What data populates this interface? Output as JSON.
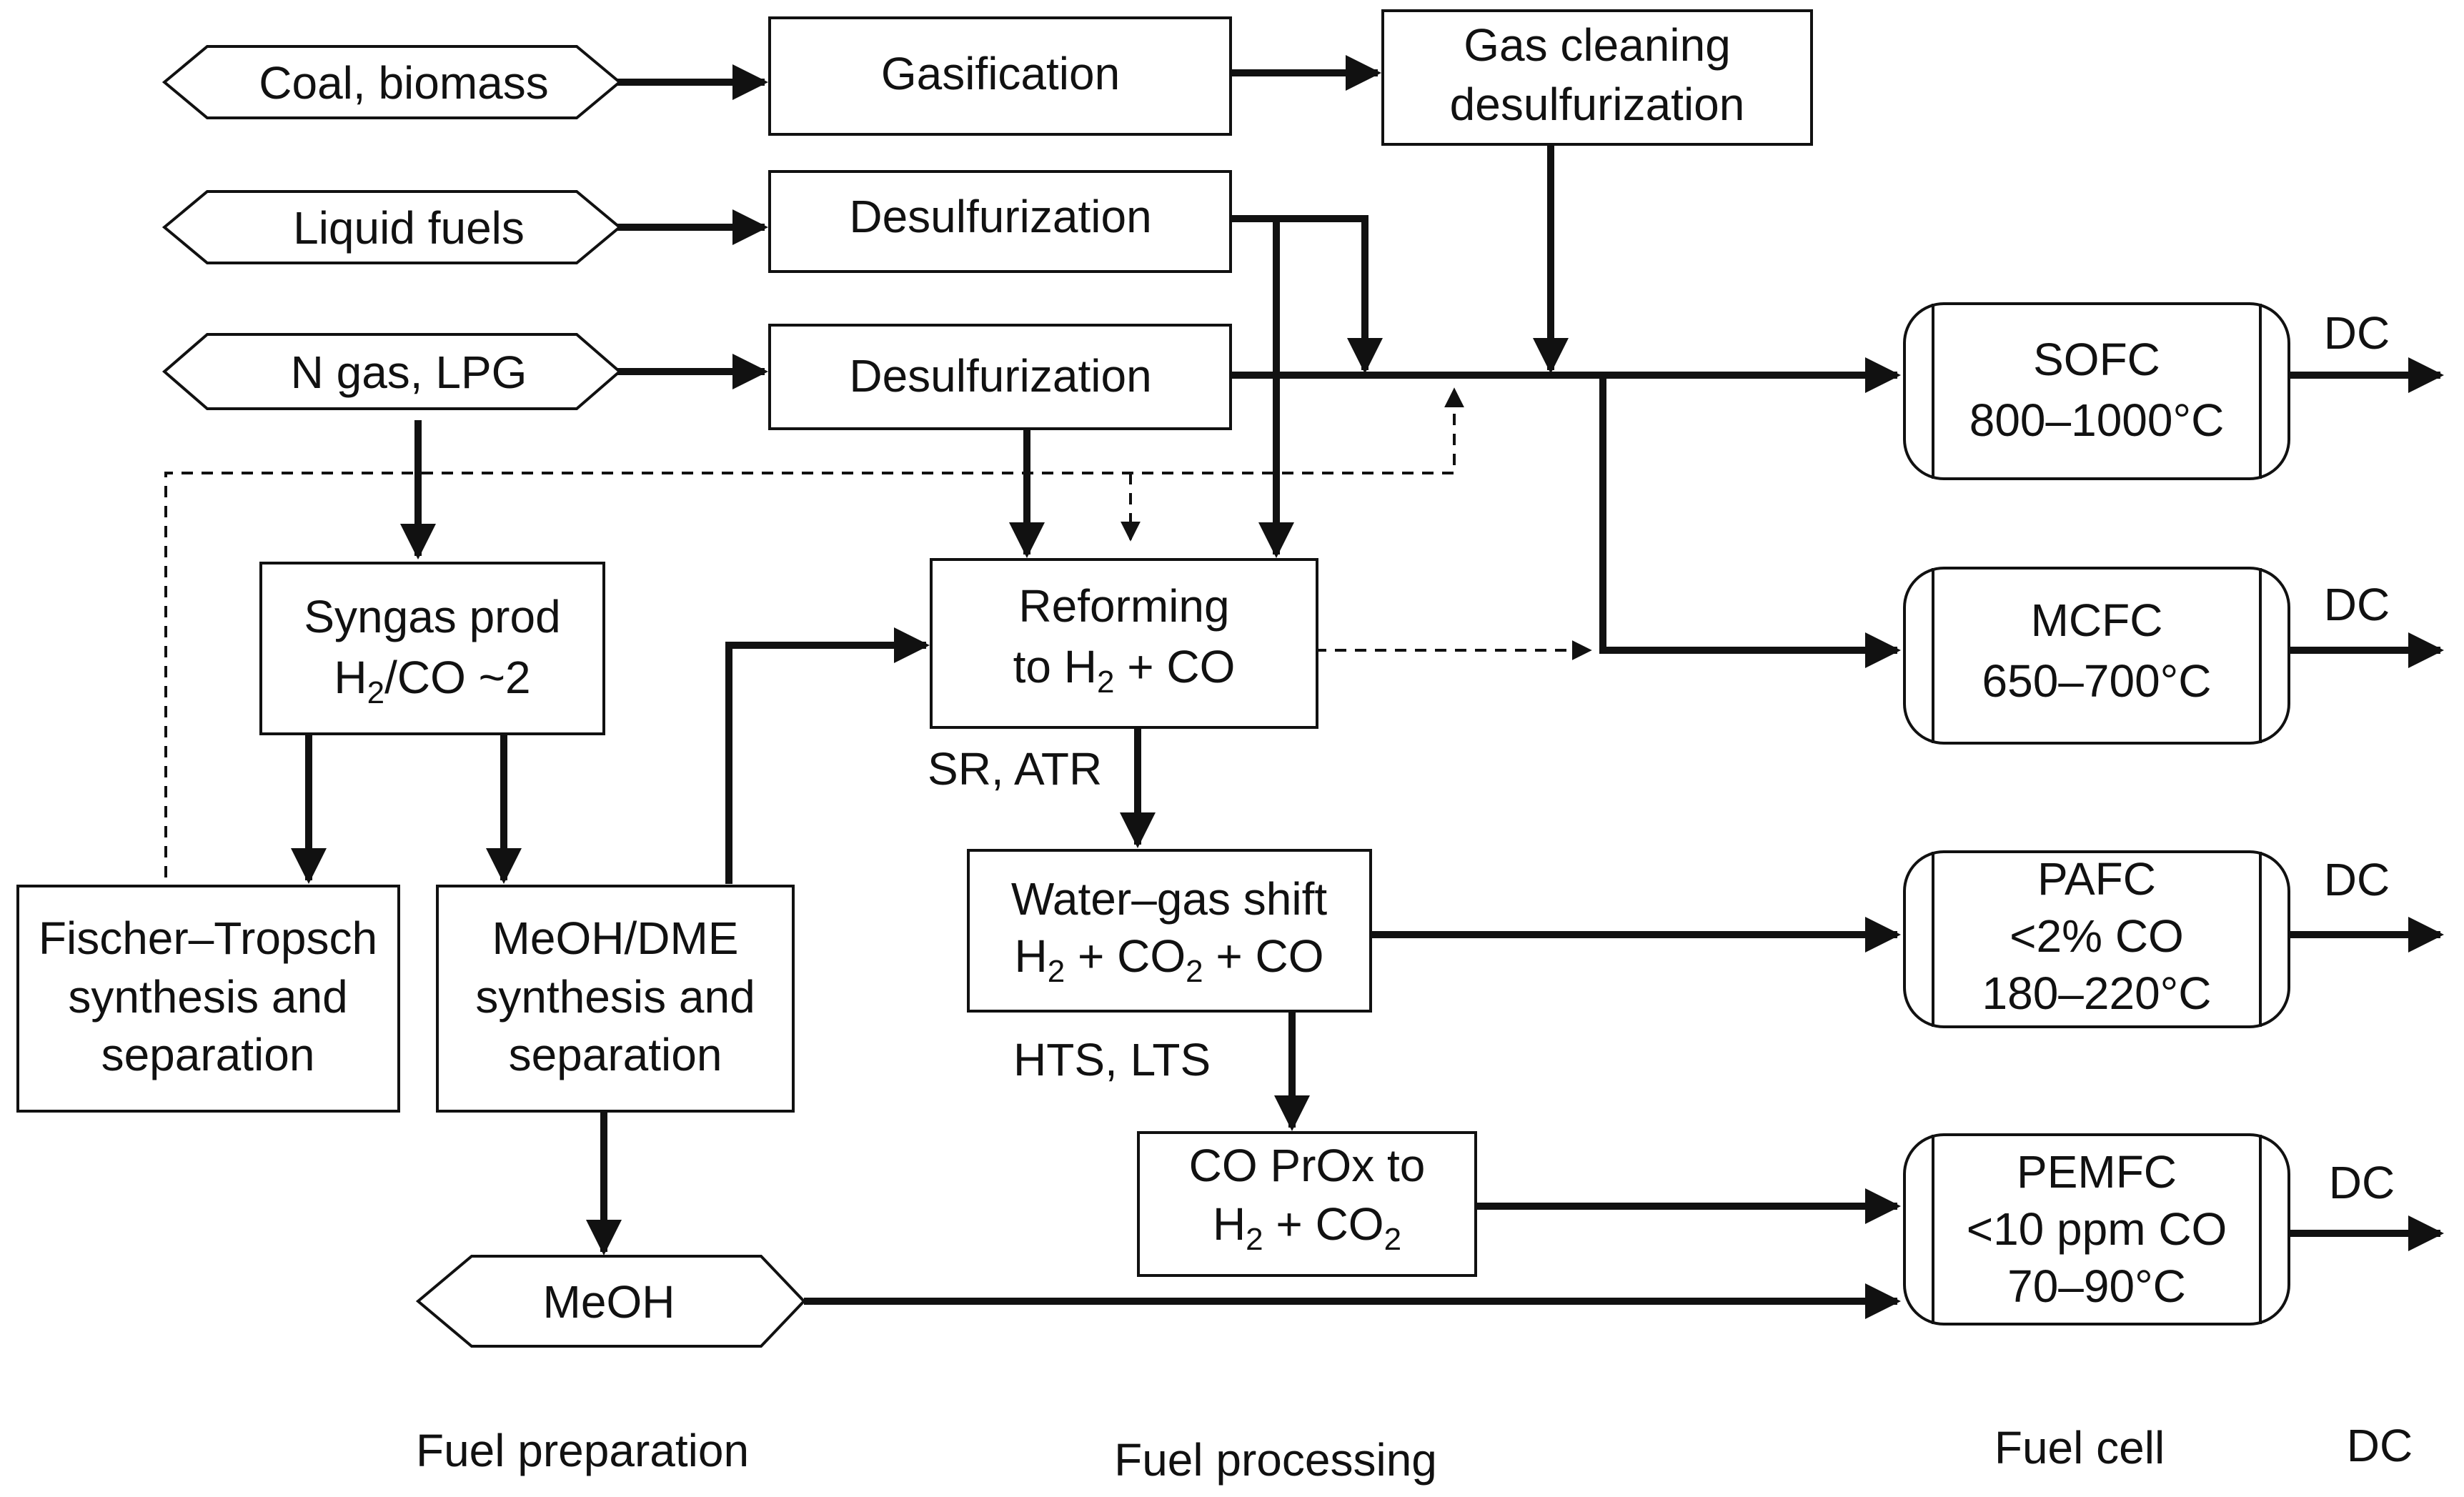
{
  "inputs": {
    "coal": "Coal, biomass",
    "liquid": "Liquid fuels",
    "ngas": "N gas, LPG",
    "meoh": "MeOH"
  },
  "process": {
    "gasification": "Gasification",
    "gas_cleaning": [
      "Gas cleaning",
      "desulfurization"
    ],
    "desulf_liquid": "Desulfurization",
    "desulf_gas": "Desulfurization",
    "syngas": {
      "line1": "Syngas prod",
      "line2": {
        "h": "H",
        "sub": "2",
        "rest": "/CO ~2"
      }
    },
    "reforming": {
      "line1": "Reforming",
      "line2": {
        "a": "to H",
        "sub": "2",
        "b": " + CO"
      }
    },
    "reforming_note": "SR, ATR",
    "wgs": {
      "line1": "Water–gas shift",
      "line2": {
        "a": "H",
        "s1": "2",
        "b": " + CO",
        "s2": "2",
        "c": " + CO"
      }
    },
    "wgs_note": "HTS, LTS",
    "prox": {
      "line1": "CO PrOx to",
      "line2": {
        "a": "H",
        "s1": "2",
        "b": " + CO",
        "s2": "2"
      }
    },
    "fischer": [
      "Fischer–Tropsch",
      "synthesis and",
      "separation"
    ],
    "meoh_dme": [
      "MeOH/DME",
      "synthesis and",
      "separation"
    ]
  },
  "cells": {
    "sofc": [
      "SOFC",
      "800–1000°C"
    ],
    "mcfc": [
      "MCFC",
      "650–700°C"
    ],
    "pafc": [
      "PAFC",
      "<2% CO",
      "180–220°C"
    ],
    "pemfc": [
      "PEMFC",
      "<10 ppm CO",
      "70–90°C"
    ]
  },
  "outputs": {
    "dc1": "DC",
    "dc2": "DC",
    "dc3": "DC",
    "dc4": "DC"
  },
  "footer": {
    "prep": "Fuel preparation",
    "processing": "Fuel processing",
    "cell": "Fuel cell",
    "dc": "DC"
  }
}
